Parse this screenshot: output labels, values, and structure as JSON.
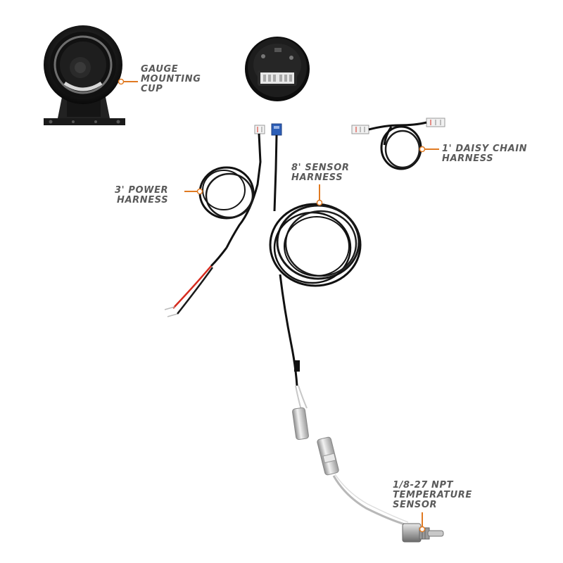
{
  "labels": {
    "mounting_cup": {
      "line1": "GAUGE",
      "line2": "MOUNTING",
      "line3": "CUP"
    },
    "daisy_chain": {
      "line1": "1' DAISY CHAIN",
      "line2": "HARNESS"
    },
    "power_harness": {
      "line1": "3' POWER",
      "line2": "HARNESS"
    },
    "sensor_harness": {
      "line1": "8' SENSOR",
      "line2": "HARNESS"
    },
    "temperature_sensor": {
      "line1": "1/8-27 NPT",
      "line2": "TEMPERATURE",
      "line3": "SENSOR"
    }
  },
  "colors": {
    "label_text": "#5a5a5a",
    "callout": "#e07a22",
    "cable": "#111111",
    "wire_red": "#d62b1e",
    "connector_blue": "#2d5fb8",
    "background": "#ffffff"
  }
}
